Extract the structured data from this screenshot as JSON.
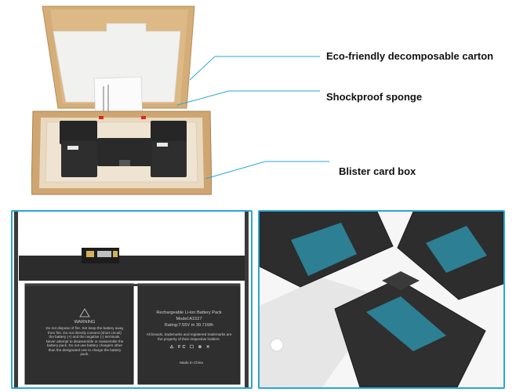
{
  "callouts": {
    "carton": "Eco-friendly decomposable carton",
    "sponge": "Shockproof sponge",
    "blister": "Blister card box"
  },
  "battery_label": {
    "warning_title": "WARNING",
    "warning_text": "Do not dispose of fire. Set keep the battery away from fire. Do not directly connect (short circuit) the battery (+) and the negative (-) terminals. Never attempt to disassemble or reassemble the battery pack. Do not use battery chargers other than the designated one to charge the battery pack.",
    "product_name": "Rechargeable Li-ion Battery Pack",
    "model": "Model:A1527",
    "rating": "Rating:7.55V  m 39.71Wh",
    "trademark_text": "All brands, trademarks and registered trademarks are the property of their respective holders.",
    "made_in": "Made in China"
  },
  "colors": {
    "accent": "#29a7d8",
    "carton": "#d8b27d",
    "battery": "#2b2b2b",
    "tape": "#2d7f93"
  }
}
